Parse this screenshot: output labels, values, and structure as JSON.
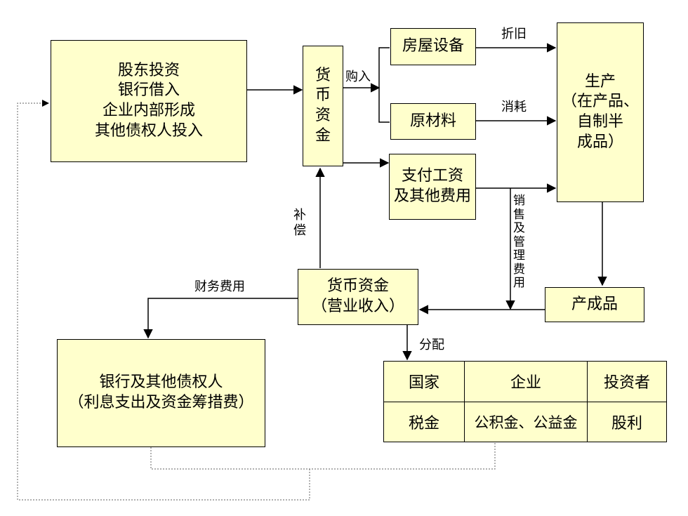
{
  "nodes": {
    "capital_sources": [
      "股东投资",
      "银行借入",
      "企业内部形成",
      "其他债权人投入"
    ],
    "monetary_funds_top": [
      "货",
      "币",
      "资",
      "金"
    ],
    "buildings_equipment": "房屋设备",
    "raw_materials": "原材料",
    "wages_expenses": [
      "支付工资",
      "及其他费用"
    ],
    "production": [
      "生产",
      "（在产品、",
      "自制半",
      "成品）"
    ],
    "finished_goods": "产成品",
    "monetary_funds_revenue": [
      "货币资金",
      "（营业收入）"
    ],
    "creditors": [
      "银行及其他债权人",
      "（利息支出及资金筹措费）"
    ]
  },
  "edge_labels": {
    "purchase": "购入",
    "depreciation": "折旧",
    "consumption": "消耗",
    "compensation": [
      "补",
      "偿"
    ],
    "selling_admin": [
      "销",
      "售",
      "及",
      "管",
      "理",
      "费",
      "用"
    ],
    "financial_expenses": "财务费用",
    "distribution": "分配"
  },
  "distribution_table": {
    "headers": [
      "国家",
      "企业",
      "投资者"
    ],
    "values": [
      "税金",
      "公积金、公益金",
      "股利"
    ]
  },
  "colors": {
    "box_fill": "#ffffcc",
    "line": "#000000",
    "dotted_line": "#808080"
  }
}
